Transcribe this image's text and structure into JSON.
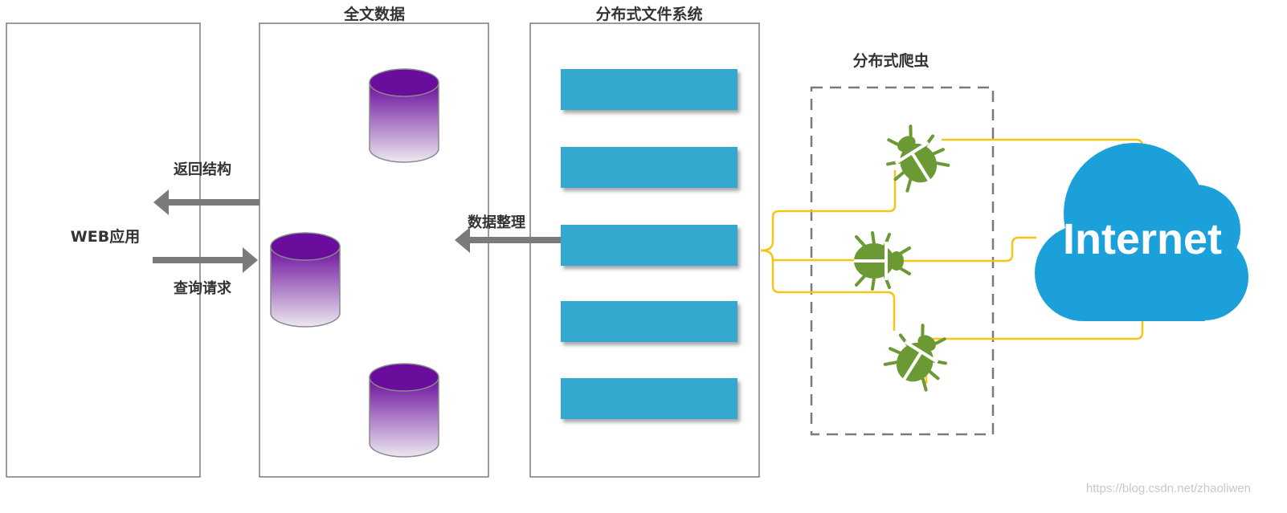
{
  "labels": {
    "web_app": "WEB应用",
    "fulltext_data": "全文数据",
    "dfs": "分布式文件系统",
    "crawler": "分布式爬虫",
    "return_structure": "返回结构",
    "query_request": "查询请求",
    "data_organize": "数据整理",
    "internet": "Internet",
    "watermark": "https://blog.csdn.net/zhaoliwen"
  },
  "colors": {
    "box_border": "#7a7a7a",
    "arrow": "#7a7a7a",
    "db_top": "#6a0c9c",
    "db_bottom": "#e9e4ee",
    "file_block": "#35a8d0",
    "link_line": "#f5c518",
    "bug": "#6b9a34",
    "cloud": "#1ba0da"
  },
  "icons": {
    "database": "database-cylinder-icon",
    "crawler": "bug-icon",
    "internet": "cloud-icon"
  }
}
